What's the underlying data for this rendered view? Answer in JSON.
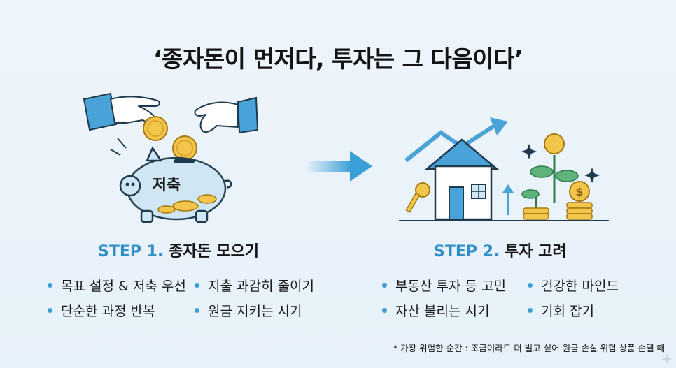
{
  "title": "‘종자돈이 먼저다, 투자는 그 다음이다’",
  "piggy_label": "저축",
  "step1": {
    "number": "STEP 1.",
    "title": "종자돈 모으기",
    "bullets": [
      "목표 설정 & 저축 우선",
      "지출 과감히 줄이기",
      "단순한 과정 반복",
      "원금 지키는 시기"
    ]
  },
  "step2": {
    "number": "STEP 2.",
    "title": "투자 고려",
    "bullets": [
      "부동산 투자 등 고민",
      "건강한 마인드",
      "자산 불리는 시기",
      "기회 잡기"
    ]
  },
  "footnote": "* 가장 위험한 순간 : 조금이라도 더 벌고 싶어 원금 손실 위험 상품 손댈 때",
  "colors": {
    "accent": "#2f8fc6",
    "coin": "#f3c54a",
    "sleeve": "#4aa3d8"
  }
}
